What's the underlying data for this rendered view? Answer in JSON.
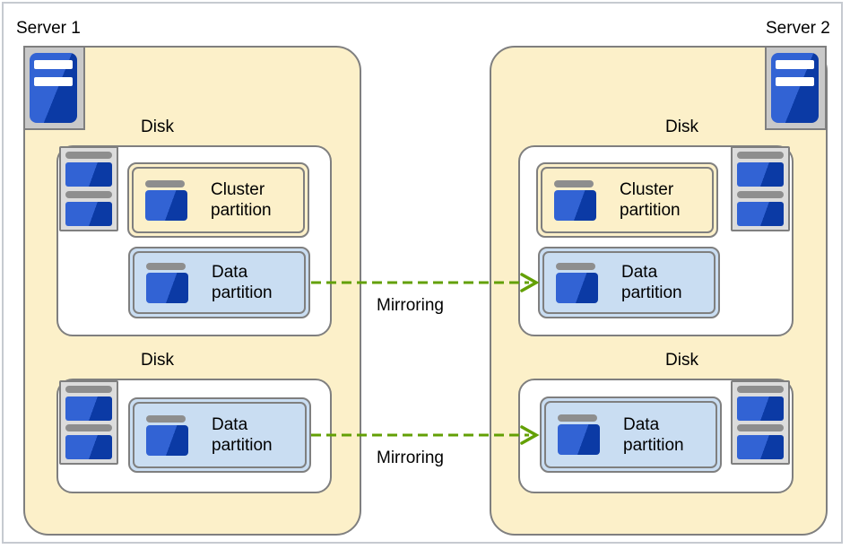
{
  "colors": {
    "cream": "#FCF0C9",
    "part-blue": "#C9DDF2",
    "border": "#7F7F7F",
    "frame-border": "#C6CAD0",
    "tower-gray": "#C9C9C9",
    "stack-gray": "#DCDCDC",
    "bar-gray": "#8E8E8E",
    "blue-mid": "#3263D4",
    "blue-dark": "#0B3AA5",
    "arrow-green": "#63A005",
    "text": "#000000"
  },
  "servers": [
    {
      "label": "Server 1",
      "disks": [
        {
          "label": "Disk",
          "partitions": [
            {
              "label": "Cluster partition"
            },
            {
              "label": "Data partition"
            }
          ]
        },
        {
          "label": "Disk",
          "partitions": [
            {
              "label": "Data partition"
            }
          ]
        }
      ]
    },
    {
      "label": "Server 2",
      "disks": [
        {
          "label": "Disk",
          "partitions": [
            {
              "label": "Cluster partition"
            },
            {
              "label": "Data partition"
            }
          ]
        },
        {
          "label": "Disk",
          "partitions": [
            {
              "label": "Data partition"
            }
          ]
        }
      ]
    }
  ],
  "mirroring": [
    {
      "label": "Mirroring"
    },
    {
      "label": "Mirroring"
    }
  ],
  "icons": {
    "server": "server-tower-icon",
    "disk_stack": "disk-stack-icon",
    "partition_disk": "disk-partition-icon"
  }
}
